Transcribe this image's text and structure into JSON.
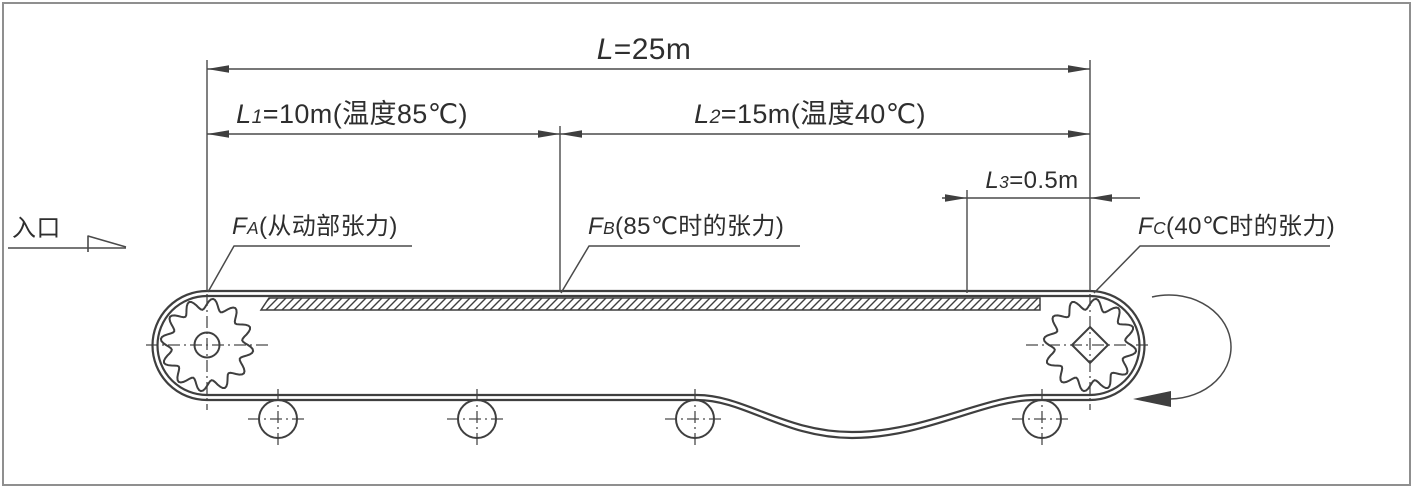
{
  "drawing": {
    "entrance": {
      "label": "入口"
    },
    "dims": {
      "L": {
        "sym": "L",
        "sub": "",
        "rest": "=25m"
      },
      "L1": {
        "sym": "L",
        "sub": "1",
        "rest": "=10m(温度85℃)"
      },
      "L2": {
        "sym": "L",
        "sub": "2",
        "rest": "=15m(温度40℃)"
      },
      "L3": {
        "sym": "L",
        "sub": "3",
        "rest": "=0.5m"
      }
    },
    "forces": {
      "FA": {
        "sym": "F",
        "sub": "A",
        "rest": "(从动部张力)"
      },
      "FB": {
        "sym": "F",
        "sub": "B",
        "rest": "(85℃时的张力)"
      },
      "FC": {
        "sym": "F",
        "sub": "C",
        "rest": "(40℃时的张力)"
      }
    },
    "colors": {
      "line": "#3f3f3f",
      "thin_line": "#4a4a4a",
      "text": "#2e2e2e",
      "frame_border": "#8f8f8f",
      "background": "#ffffff"
    }
  }
}
